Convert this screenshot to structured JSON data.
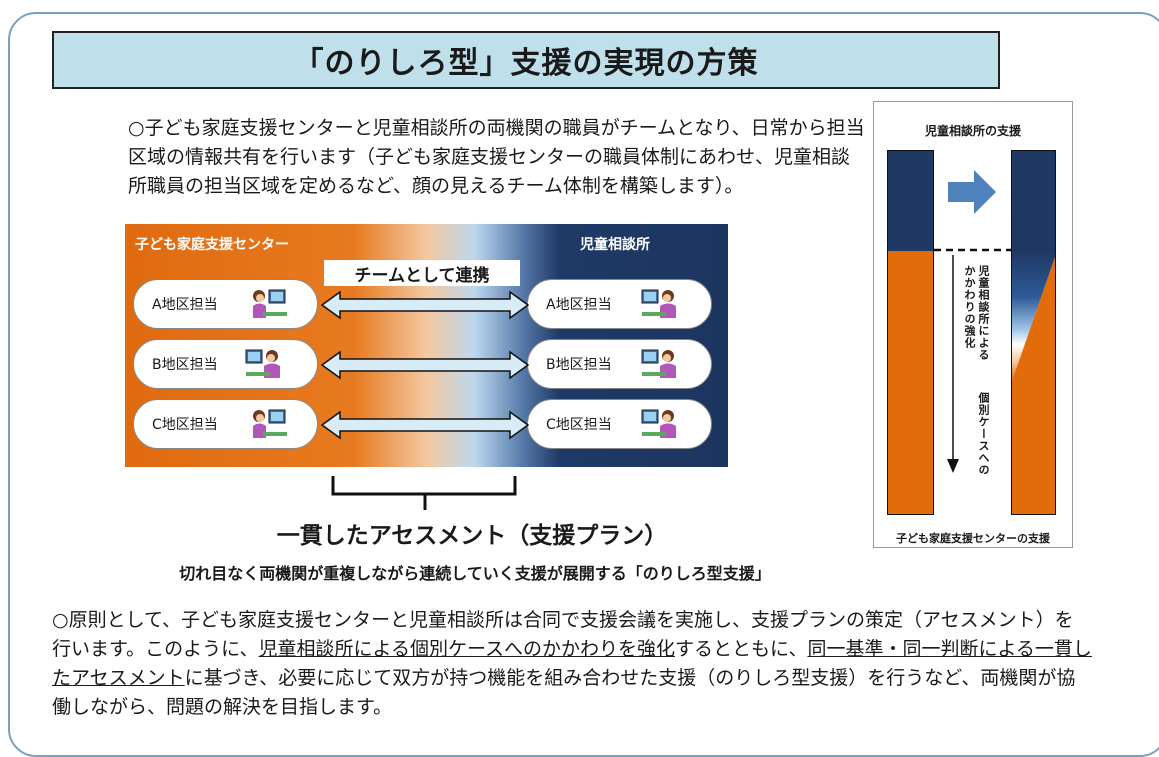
{
  "title": "「のりしろ型」支援の実現の方策",
  "intro": "○子ども家庭支援センターと児童相談所の両機関の職員がチームとなり、日常から担当区域の情報共有を行います（子ども家庭支援センターの職員体制にあわせ、児童相談所職員の担当区域を定めるなど、顔の見えるチーム体制を構築します）。",
  "diagram": {
    "left_header": "子ども家庭支援センター",
    "right_header": "児童相談所",
    "team_label": "チームとして連携",
    "left_rows": [
      "A地区担当",
      "B地区担当",
      "C地区担当"
    ],
    "right_rows": [
      "A地区担当",
      "B地区担当",
      "C地区担当"
    ]
  },
  "assessment": "一貫したアセスメント（支援プラン）",
  "seamless": "切れ目なく両機関が重複しながら連続していく支援が展開する「のりしろ型支援」",
  "side_panel": {
    "top_label": "児童相談所の支援",
    "bottom_label": "子ども家庭支援センターの支援",
    "vertical_col1": "児童相談所による",
    "vertical_col2": "かかわりの強化",
    "vertical_col3": "個別ケースへの"
  },
  "closing": {
    "part1": "○原則として、子ども家庭支援センターと児童相談所は合同で支援会議を実施し、支援プランの策定（アセスメント）を行います。このように、",
    "underline1": "児童相談所による個別ケースへのかかわりを強化",
    "part2": "するとともに、",
    "underline2": "同一基準・同一判断による一貫したアセスメント",
    "part3": "に基づき、必要に応じて双方が持つ機能を組み合わせた支援（のりしろ型支援）を行うなど、両機関が協働しながら、問題の解決を目指します。"
  },
  "colors": {
    "orange": "#e36c0a",
    "navy": "#1f3864",
    "title_bg": "#bfe0ea",
    "arrow_blue": "#4f81bd"
  }
}
